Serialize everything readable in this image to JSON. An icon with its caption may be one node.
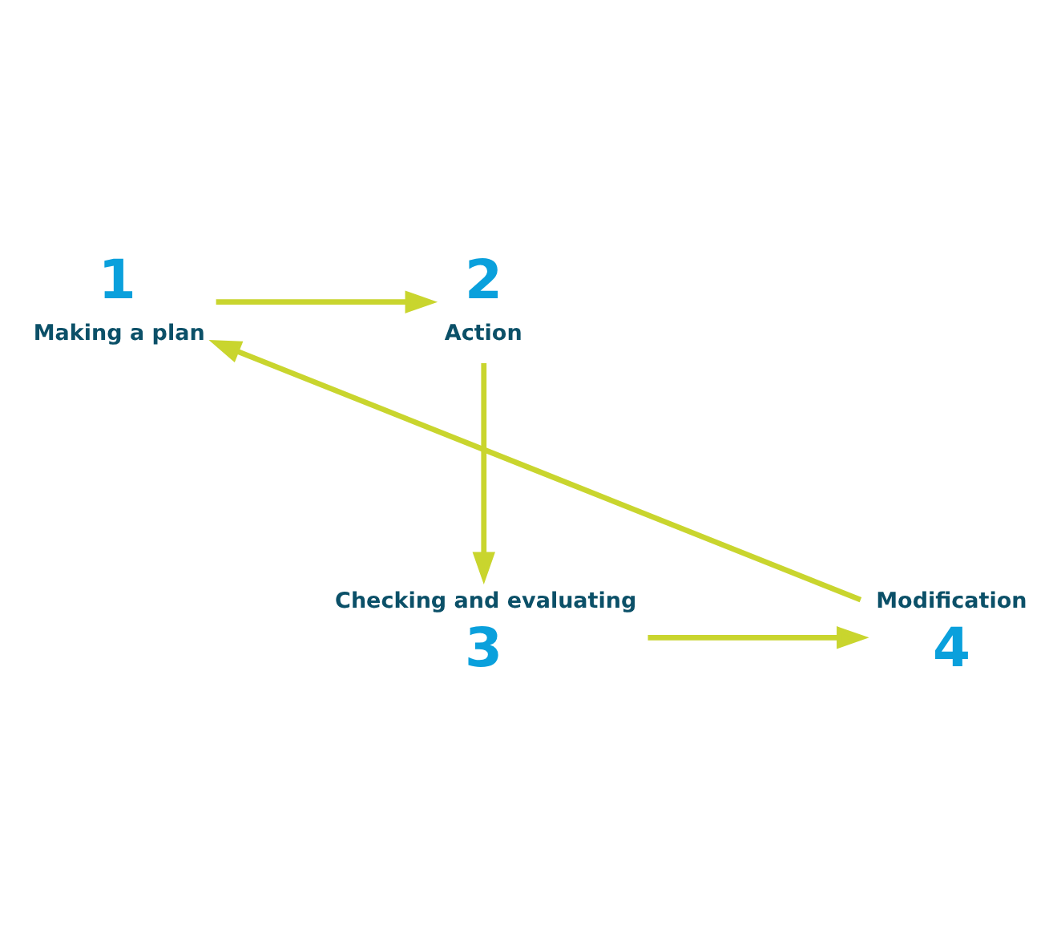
{
  "diagram": {
    "nodes": [
      {
        "text": [
          "1",
          "Making a plan"
        ]
      },
      {
        "text": [
          "2",
          "Action"
        ]
      },
      {
        "text": [
          "Checking and evaluating",
          "3"
        ]
      },
      {
        "text": [
          "Modification",
          "4"
        ]
      }
    ],
    "edges": [
      {
        "from": 0,
        "to": 1,
        "arrow": "to"
      },
      {
        "from": 1,
        "to": 2,
        "arrow": "to"
      },
      {
        "from": 2,
        "to": 3,
        "arrow": "to"
      },
      {
        "from": 3,
        "to": 0,
        "arrow": "to"
      }
    ]
  }
}
